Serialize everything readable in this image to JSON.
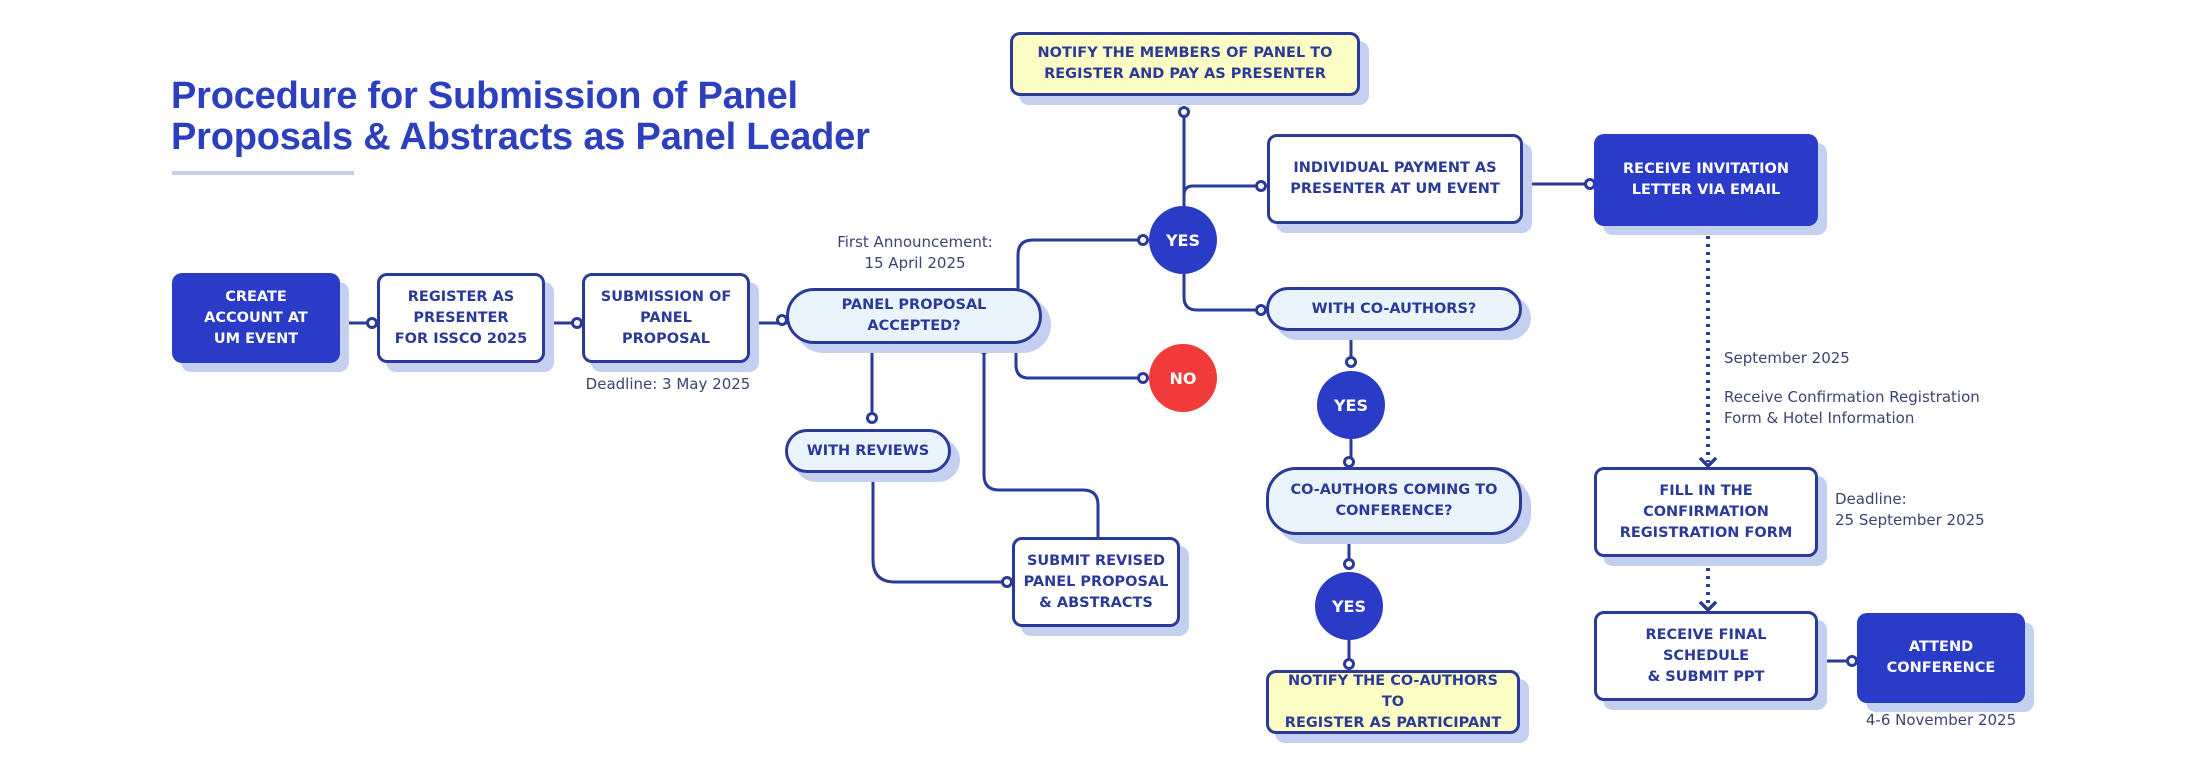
{
  "title": {
    "line1": "Procedure for Submission of Panel",
    "line2": "Proposals & Abstracts as Panel Leader"
  },
  "colors": {
    "primary": "#2a3cc7",
    "line": "#2b3a99",
    "shadow": "#c3d0f0",
    "pill_fill": "#e9f4fd",
    "highlight_fill": "#fbfdc4",
    "no_red": "#f13a3a",
    "title_blue": "#2b3fbf"
  },
  "nodes": {
    "create_account": "CREATE\nACCOUNT AT\nUM EVENT",
    "register_presenter": "REGISTER AS\nPRESENTER\nFOR ISSCO 2025",
    "submission_proposal": "SUBMISSION OF\nPANEL\nPROPOSAL",
    "proposal_accepted": "PANEL PROPOSAL\nACCEPTED?",
    "with_reviews": "WITH REVIEWS",
    "submit_revised": "SUBMIT REVISED\nPANEL PROPOSAL\n& ABSTRACTS",
    "notify_members": "NOTIFY THE MEMBERS OF PANEL TO\nREGISTER AND PAY AS PRESENTER",
    "individual_payment": "INDIVIDUAL PAYMENT AS\nPRESENTER AT UM EVENT",
    "with_coauthors": "WITH CO-AUTHORS?",
    "coauthors_coming": "CO-AUTHORS COMING TO\nCONFERENCE?",
    "notify_coauthors": "NOTIFY THE CO-AUTHORS TO\nREGISTER AS PARTICIPANT",
    "receive_invitation": "RECEIVE INVITATION\nLETTER VIA EMAIL",
    "fill_confirmation": "FILL IN THE\nCONFIRMATION\nREGISTRATION FORM",
    "receive_schedule": "RECEIVE FINAL SCHEDULE\n& SUBMIT PPT",
    "attend_conference": "ATTEND\nCONFERENCE"
  },
  "decisions": {
    "yes_accepted": "YES",
    "no_accepted": "NO",
    "yes_coauthors": "YES",
    "yes_coming": "YES"
  },
  "notes": {
    "deadline_proposal": "Deadline: 3 May 2025",
    "first_announcement": "First Announcement:\n15 April 2025",
    "september": "September 2025",
    "receive_confirmation": "Receive Confirmation Registration\nForm & Hotel Information",
    "deadline_confirmation": "Deadline:\n25 September 2025",
    "conference_dates": "4-6 November 2025"
  }
}
